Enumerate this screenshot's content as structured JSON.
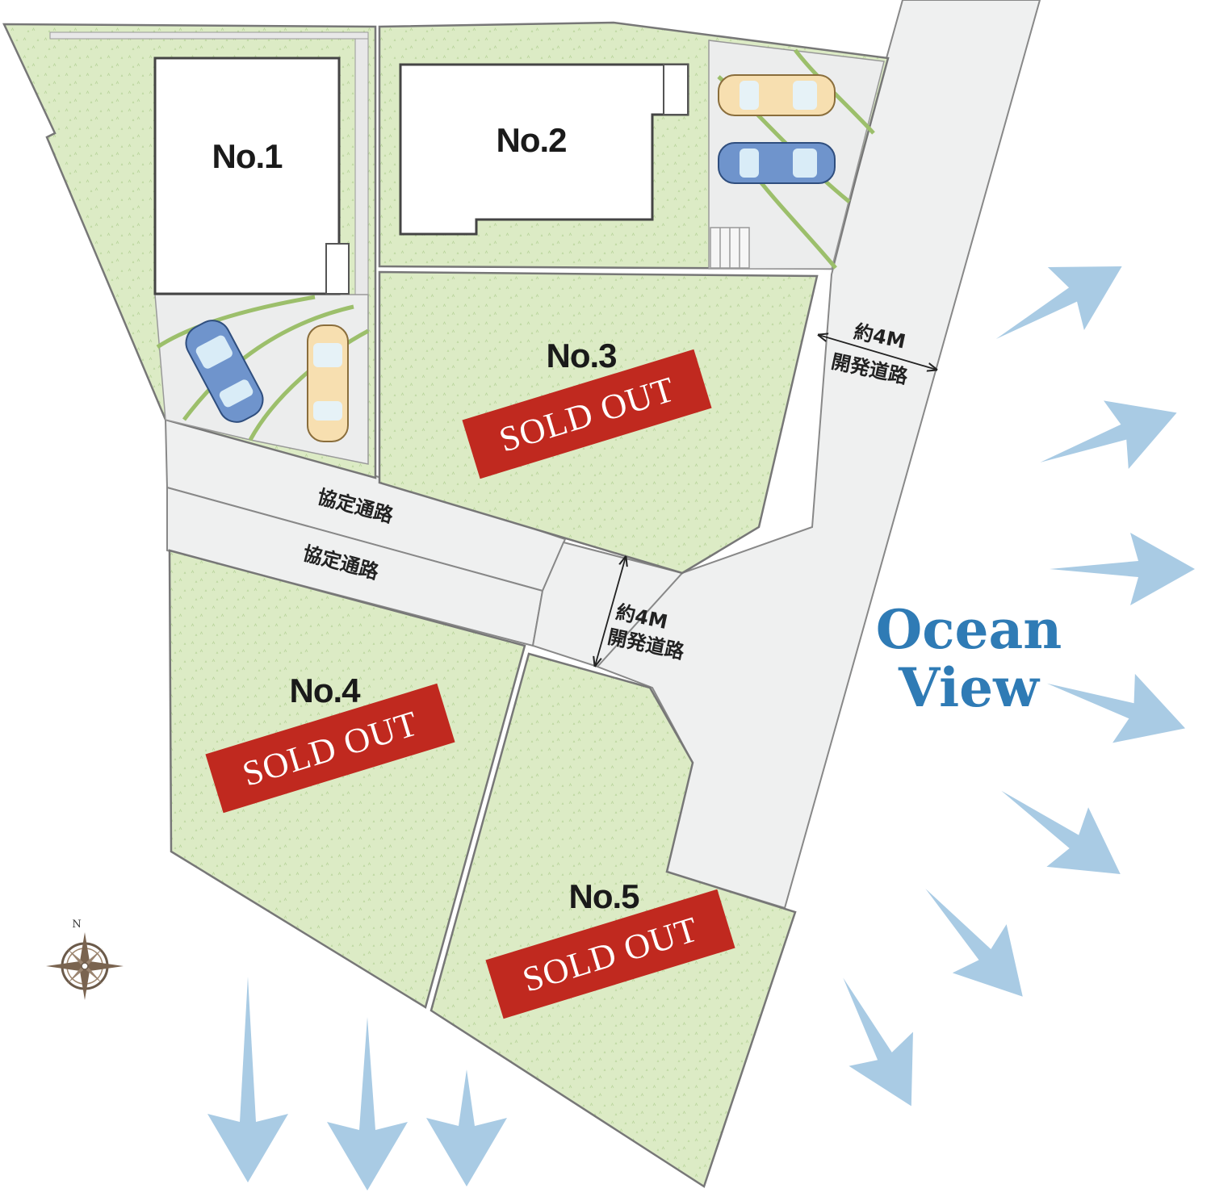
{
  "lots": [
    {
      "id": "lot-1",
      "label": "No.1",
      "sold": false
    },
    {
      "id": "lot-2",
      "label": "No.2",
      "sold": false
    },
    {
      "id": "lot-3",
      "label": "No.3",
      "sold": true
    },
    {
      "id": "lot-4",
      "label": "No.4",
      "sold": true
    },
    {
      "id": "lot-5",
      "label": "No.5",
      "sold": true
    }
  ],
  "sold_label": "SOLD OUT",
  "roads": {
    "dev_road_width": "約4M",
    "dev_road_name": "開発道路",
    "agreement_road": "協定通路"
  },
  "ocean_view": {
    "line1": "Ocean",
    "line2": "View"
  },
  "compass": {
    "north": "N"
  },
  "colors": {
    "grass": "#dcebc5",
    "road": "#eff0f0",
    "parking": "#eceded",
    "sold_band": "#c0291f",
    "ocean_text": "#2f7bb5",
    "arrow": "#a9cbe4"
  }
}
